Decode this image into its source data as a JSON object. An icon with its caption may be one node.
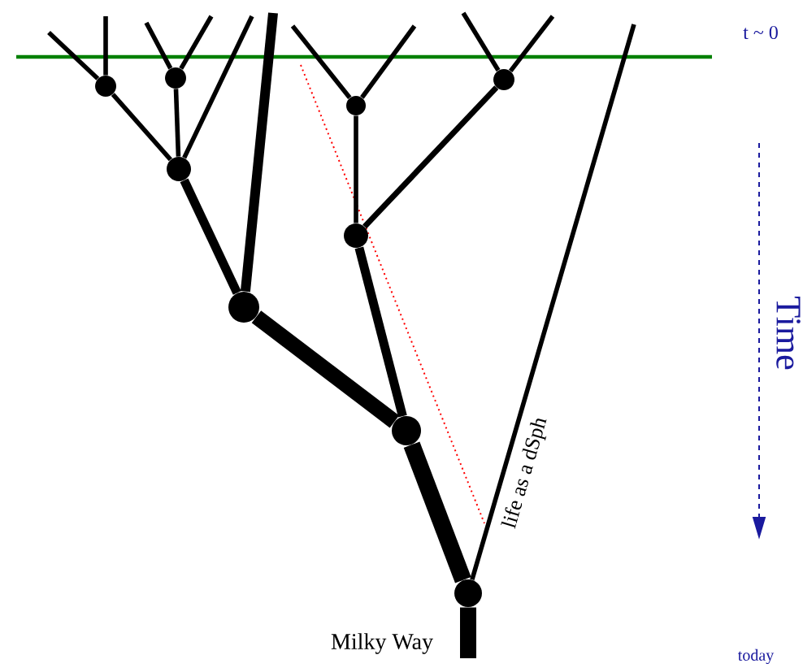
{
  "diagram": {
    "nodes": [
      {
        "text": [],
        "shape": "circle"
      },
      {
        "text": [],
        "shape": "circle"
      },
      {
        "text": [],
        "shape": "circle"
      },
      {
        "text": [],
        "shape": "circle"
      },
      {
        "text": [],
        "shape": "circle"
      },
      {
        "text": [],
        "shape": "circle"
      },
      {
        "text": [],
        "shape": "circle"
      },
      {
        "text": [],
        "shape": "circle"
      },
      {
        "text": [],
        "shape": "circle"
      }
    ],
    "edges": [
      {
        "from": null,
        "to": 0,
        "arrow": "none"
      },
      {
        "from": null,
        "to": 0,
        "arrow": "none"
      },
      {
        "from": null,
        "to": 1,
        "arrow": "none"
      },
      {
        "from": null,
        "to": 1,
        "arrow": "none"
      },
      {
        "from": null,
        "to": 2,
        "arrow": "none"
      },
      {
        "from": null,
        "to": 3,
        "arrow": "none",
        "style": "thick"
      },
      {
        "from": null,
        "to": 4,
        "arrow": "none"
      },
      {
        "from": null,
        "to": 4,
        "arrow": "none"
      },
      {
        "from": null,
        "to": 6,
        "arrow": "none"
      },
      {
        "from": null,
        "to": 6,
        "arrow": "none"
      },
      {
        "from": 0,
        "to": 2,
        "arrow": "none"
      },
      {
        "from": 1,
        "to": 2,
        "arrow": "none"
      },
      {
        "from": 2,
        "to": 3,
        "arrow": "none",
        "style": "thick"
      },
      {
        "from": 3,
        "to": 7,
        "arrow": "none",
        "style": "thick"
      },
      {
        "from": 4,
        "to": 5,
        "arrow": "none"
      },
      {
        "from": 6,
        "to": 5,
        "arrow": "none"
      },
      {
        "from": 5,
        "to": 7,
        "arrow": "none",
        "style": "thick"
      },
      {
        "from": 7,
        "to": 8,
        "arrow": "none",
        "style": "thick"
      },
      {
        "from": null,
        "to": 8,
        "arrow": "none",
        "label": "life as a dSph"
      },
      {
        "from": 8,
        "to": null,
        "arrow": "none",
        "style": "thick"
      }
    ],
    "labels": [
      "t ~ 0",
      "Time",
      "Milky Way",
      "today"
    ]
  }
}
